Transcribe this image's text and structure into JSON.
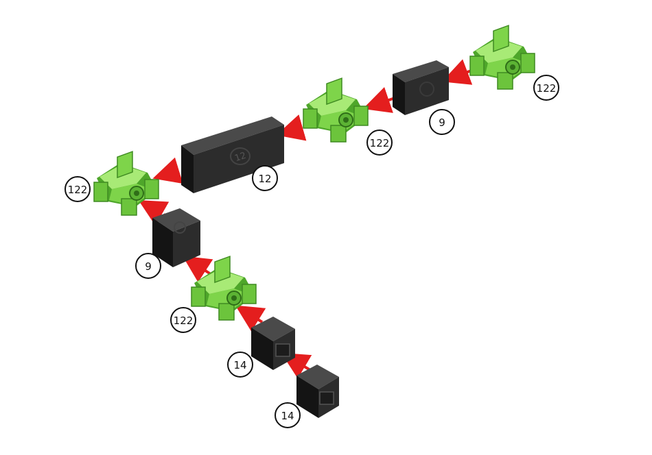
{
  "colors": {
    "green": "#7ed44a",
    "green_dark": "#4ea62a",
    "green_light": "#a8ea76",
    "black": "#2c2c2c",
    "black_dark": "#141414",
    "black_light": "#4a4a4a",
    "arrow": "#e41e1e",
    "label_ring": "#111111"
  },
  "parts": [
    {
      "id": "hub-a",
      "kind": "hub",
      "label": "122"
    },
    {
      "id": "block-9-top",
      "kind": "block",
      "label": "9"
    },
    {
      "id": "hub-b",
      "kind": "hub",
      "label": "122"
    },
    {
      "id": "block-12",
      "kind": "long-block",
      "label": "12",
      "face_mark": "12"
    },
    {
      "id": "hub-c",
      "kind": "hub",
      "label": "122"
    },
    {
      "id": "block-9-left",
      "kind": "block",
      "label": "9"
    },
    {
      "id": "hub-d",
      "kind": "hub",
      "label": "122"
    },
    {
      "id": "block-14-a",
      "kind": "block",
      "label": "14"
    },
    {
      "id": "block-14-b",
      "kind": "block",
      "label": "14"
    }
  ]
}
